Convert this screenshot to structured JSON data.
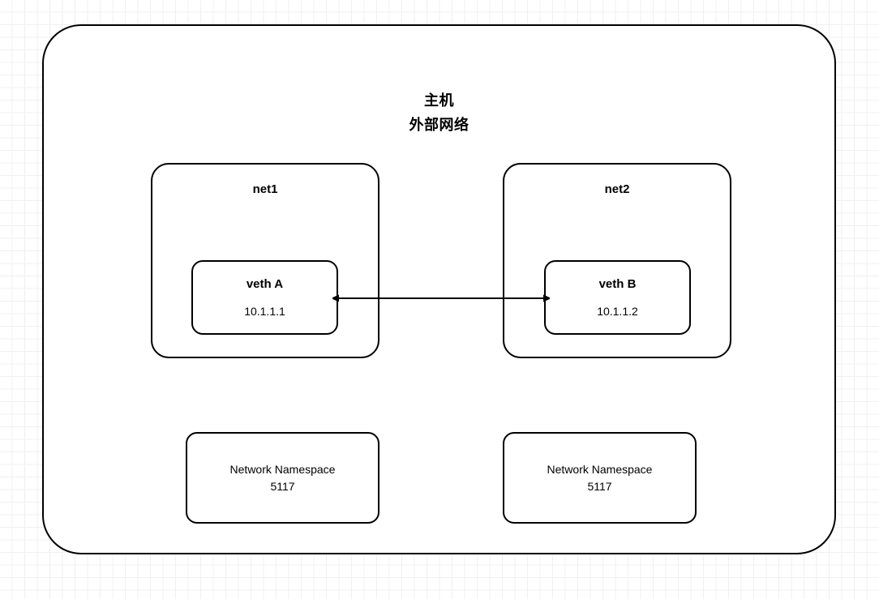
{
  "diagram": {
    "host": {
      "title": "主机\n外部网络",
      "title_line1": "主机",
      "title_line2": "外部网络"
    },
    "networks": [
      {
        "label": "net1",
        "veth": {
          "name": "veth A",
          "ip": "10.1.1.1"
        },
        "namespace": {
          "label": "Network Namespace",
          "id": "5117",
          "text": "Network Namespace\n5117"
        }
      },
      {
        "label": "net2",
        "veth": {
          "name": "veth B",
          "ip": "10.1.1.2"
        },
        "namespace": {
          "label": "Network Namespace",
          "id": "5117",
          "text": "Network Namespace\n5117"
        }
      }
    ],
    "connector": {
      "name": "veth-pair-link",
      "style": "double-headed-arrow",
      "from": "veth A",
      "to": "veth B"
    },
    "colors": {
      "stroke": "#000000",
      "background": "#ffffff",
      "grid_minor": "#f0f0f0",
      "grid_major": "#dcdcdc",
      "text": "#000000"
    }
  }
}
